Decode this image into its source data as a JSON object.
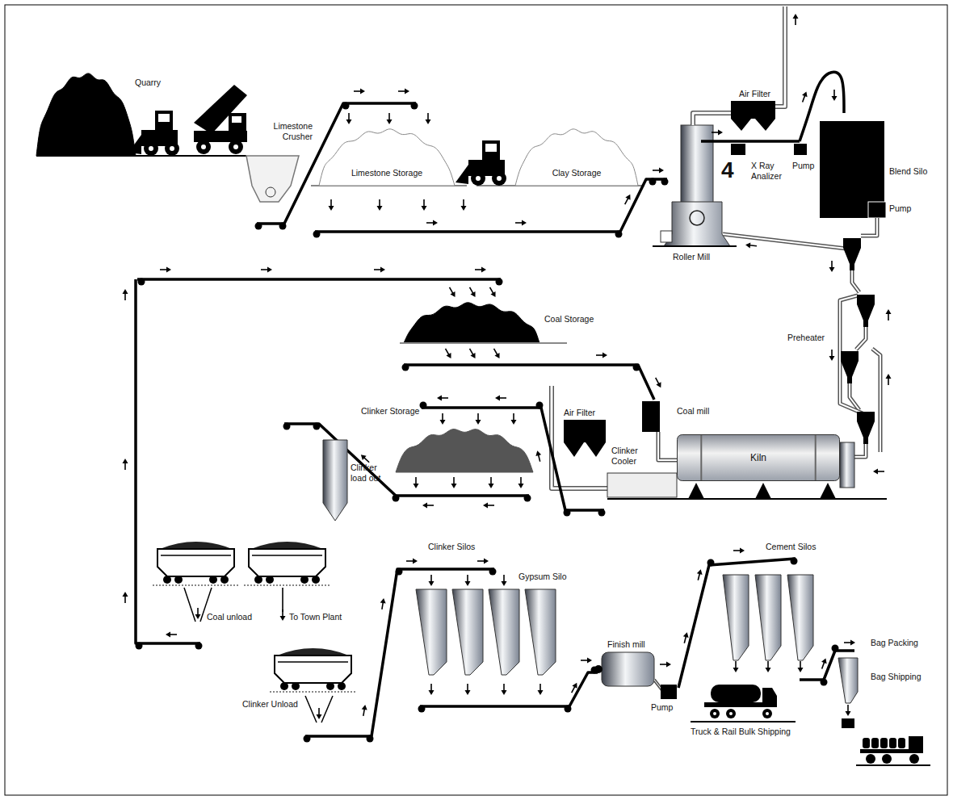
{
  "diagram": {
    "nodes": [
      {
        "text": [
          "Limestone Storage"
        ]
      },
      {
        "text": [
          "Clay Storage"
        ]
      },
      {
        "text": [
          "Kiln"
        ]
      }
    ],
    "labels": [
      "Quarry",
      "Limestone Crusher",
      "Air Filter",
      "4",
      "X Ray Analizer",
      "Pump",
      "Blend Silo",
      "Pump",
      "Roller Mill",
      "Preheater",
      "Coal Storage",
      "Coal mill",
      "Air Filter",
      "Clinker Cooler",
      "Clinker Storage",
      "Clinker load out",
      "Coal unload",
      "To Town Plant",
      "Clinker Unload",
      "Clinker Silos",
      "Gypsum Silo",
      "Finish mill",
      "Pump",
      "Cement Silos",
      "Truck & Rail Bulk Shipping",
      "Bag Packing",
      "Bag Shipping"
    ]
  }
}
